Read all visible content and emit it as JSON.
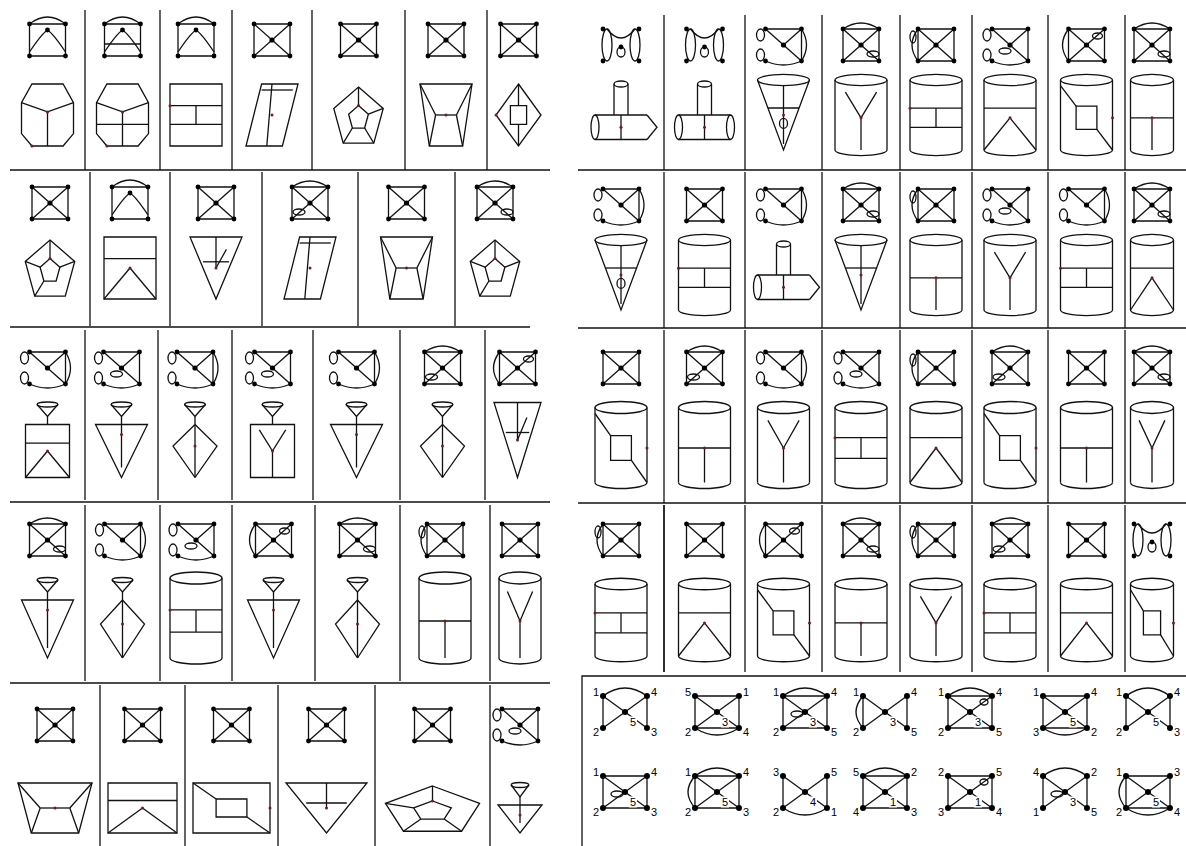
{
  "diagram": {
    "labels": [
      "1",
      "4",
      "5",
      "2",
      "3",
      "5",
      "3",
      "1",
      "2",
      "4",
      "1",
      "4",
      "3",
      "2",
      "5",
      "1",
      "4",
      "3",
      "2",
      "5",
      "1",
      "4",
      "3",
      "2",
      "5",
      "1",
      "4",
      "5",
      "3",
      "2",
      "1",
      "4",
      "5",
      "2",
      "3",
      "1",
      "4",
      "5",
      "2",
      "3",
      "1",
      "4",
      "5",
      "2",
      "3",
      "3",
      "4",
      "5",
      "2",
      "1",
      "5",
      "2",
      "1",
      "4",
      "3",
      "2",
      "5",
      "1",
      "3",
      "4",
      "4",
      "2",
      "3",
      "1",
      "5",
      "1",
      "3",
      "5",
      "2",
      "4"
    ]
  }
}
